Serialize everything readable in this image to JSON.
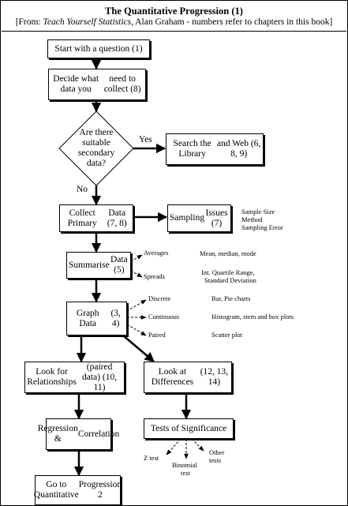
{
  "header": {
    "title": "The Quantitative Progression (1)",
    "subtitle_pre": "[From: ",
    "subtitle_book": "Teach Yourself Statistics",
    "subtitle_post": ", Alan Graham - numbers refer to chapters in this book]"
  },
  "nodes": {
    "start": [
      "Start with a question (1)"
    ],
    "decide": [
      "Decide what data you",
      "need to collect (8)"
    ],
    "decision": [
      "Are there",
      "suitable",
      "secondary",
      "data?"
    ],
    "search": [
      "Search the Library",
      "and Web (6, 8, 9)"
    ],
    "collect": [
      "Collect Primary",
      "Data (7, 8)"
    ],
    "sampling": [
      "Sampling",
      "Issues (7)"
    ],
    "summarise": [
      "Summarise",
      "Data (5)"
    ],
    "graph": [
      "Graph Data",
      "(3, 4)"
    ],
    "relationships": [
      "Look for Relationships",
      "(paired data) (10, 11)"
    ],
    "differences": [
      "Look at Differences",
      "(12, 13,  14)"
    ],
    "regression": [
      "Regression &",
      "Correlation"
    ],
    "significance": [
      "Tests of Significance"
    ],
    "progression2": [
      "Go to Quantitative",
      "Progression 2"
    ]
  },
  "edge_labels": {
    "yes": "Yes",
    "no": "No"
  },
  "sampling_notes": [
    "Sample Size",
    "Method",
    "Sampling Error"
  ],
  "summarise_branches": [
    {
      "label": "Averages",
      "detail": [
        "Mean, median, mode"
      ]
    },
    {
      "label": "Spreads",
      "detail": [
        "Int. Quartile Range,",
        "Standard Deviation"
      ]
    }
  ],
  "graph_branches": [
    {
      "label": "Discrete",
      "detail": "Bar, Pie charts"
    },
    {
      "label": "Continuous",
      "detail": "Histogram, stem and box plots"
    },
    {
      "label": "Paired",
      "detail": "Scatter plot"
    }
  ],
  "tests": {
    "z": "Z test",
    "binomial": [
      "Binomial",
      "test"
    ],
    "other": [
      "Other",
      "tests"
    ]
  }
}
